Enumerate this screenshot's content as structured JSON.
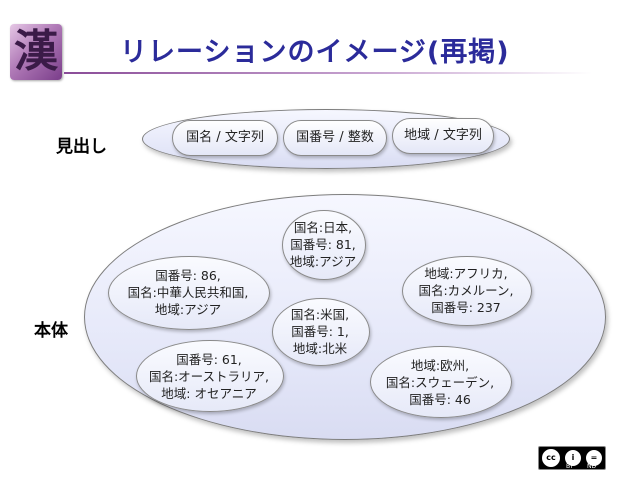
{
  "logo": {
    "glyph": "漢"
  },
  "title": "リレーションのイメージ(再掲)",
  "labels": {
    "heading": "見出し",
    "body": "本体"
  },
  "heading_attrs": [
    "国名 / 文字列",
    "国番号 / 整数",
    "地域 / 文字列"
  ],
  "records": {
    "japan": [
      "国名:日本,",
      "国番号: 81,",
      "地域:アジア"
    ],
    "china": [
      "国番号: 86,",
      "国名:中華人民共和国,",
      "地域:アジア"
    ],
    "cameroon": [
      "地域:アフリカ,",
      "国名:カメルーン,",
      "国番号: 237"
    ],
    "usa": [
      "国名:米国,",
      "国番号: 1,",
      "地域:北米"
    ],
    "australia": [
      "国番号: 61,",
      "国名:オーストラリア,",
      "地域: オセアニア"
    ],
    "sweden": [
      "地域:欧州,",
      "国名:スウェーデン,",
      "国番号: 46"
    ]
  },
  "license": {
    "by": "BY",
    "nd": "ND"
  },
  "colors": {
    "title": "#2b2b9a",
    "ellipse_fill": "#e3e6f8",
    "border": "#7d7d7d"
  }
}
